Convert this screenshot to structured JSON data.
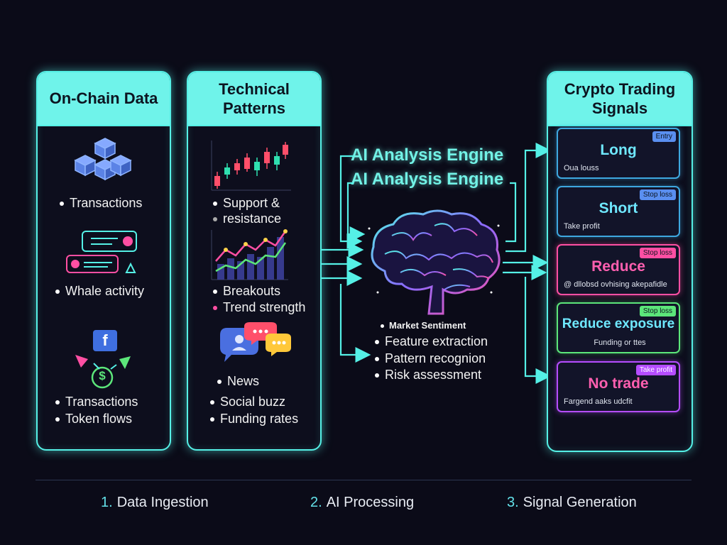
{
  "panels": {
    "onchain": {
      "title": "On-Chain Data",
      "bullets": [
        "Transactions",
        "Whale activity",
        "Transactions",
        "Token flows"
      ]
    },
    "technical": {
      "title_line1": "Technical",
      "title_line2": "Patterns",
      "bullets": [
        "Support &",
        "resistance",
        "Breakouts",
        "Trend strength",
        "News",
        "Social buzz",
        "Funding rates"
      ]
    },
    "signals": {
      "title_line1": "Crypto Trading",
      "title_line2": "Signals",
      "cards": [
        {
          "tag": "Entry",
          "name": "Long",
          "sub": "Oua louss",
          "color": "#3ea8e0",
          "tag_color": "#5a8ff0"
        },
        {
          "tag": "Stop loss",
          "name": "Short",
          "sub": "Take profit",
          "color": "#3ea8e0",
          "tag_color": "#5a8ff0"
        },
        {
          "tag": "Stop loss",
          "name": "Reduce",
          "sub": "@ dllobsd ovhising akepafidle",
          "color": "#ff4fa3",
          "tag_color": "#ff4fa3"
        },
        {
          "tag": "Stop loss",
          "name": "Reduce exposure",
          "sub": "Funding or ttes",
          "color": "#5ce67a",
          "tag_color": "#5ce67a"
        },
        {
          "tag": "Take profit",
          "name": "No trade",
          "sub": "Fargend aaks udcfit",
          "color": "#b54dff",
          "tag_color": "#b54dff"
        }
      ]
    }
  },
  "engine": {
    "title_1": "AI Analysis Engine",
    "title_2": "AI Analysis Engine",
    "items": [
      "Market Sentiment",
      "Feature extraction",
      "Pattern recognion",
      "Risk assessment"
    ]
  },
  "footer": {
    "step1_num": "1.",
    "step1_label": "Data Ingestion",
    "step2_num": "2.",
    "step2_label": "AI Processing",
    "step3_num": "3.",
    "step3_label": "Signal Generation"
  },
  "icons": {
    "facebook": "f",
    "dollar": "$",
    "accent": "#55f0e6",
    "pink": "#ff4fa3",
    "green": "#5ce67a"
  }
}
